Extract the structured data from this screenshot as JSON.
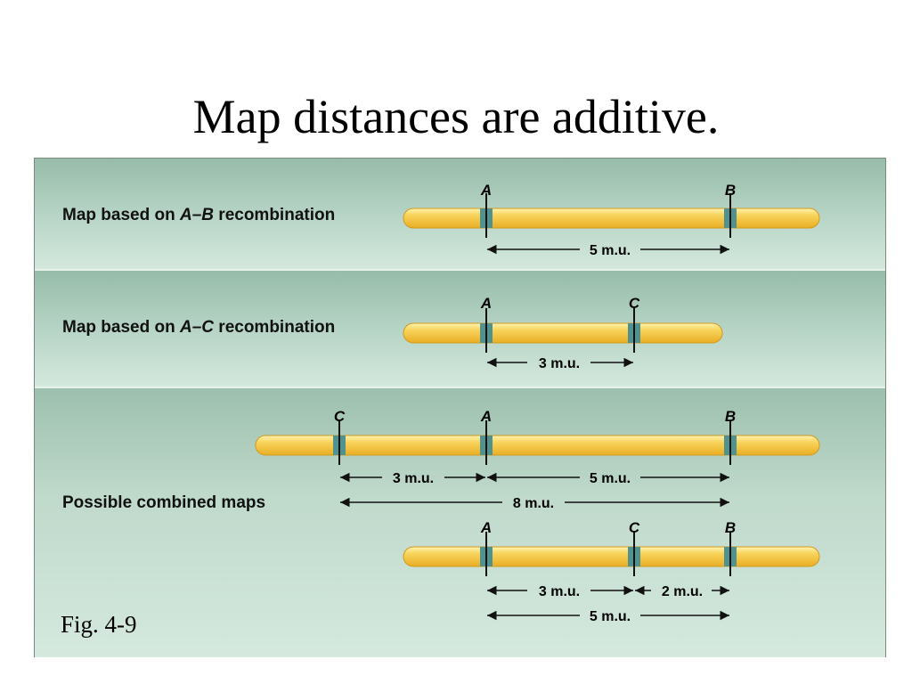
{
  "slide": {
    "title": "Map distances are additive.",
    "caption": "Fig. 4-9"
  },
  "rows": [
    {
      "label_prefix": "Map based on ",
      "label_gene1": "A",
      "label_dash": "–",
      "label_gene2": "B",
      "label_suffix": " recombination"
    },
    {
      "label_prefix": "Map based on ",
      "label_gene1": "A",
      "label_dash": "–",
      "label_gene2": "C",
      "label_suffix": " recombination"
    },
    {
      "label": "Possible combined maps"
    }
  ],
  "colors": {
    "chromosome_fill": "#f5c540",
    "chromosome_highlight": "#fff2b0",
    "locus_band": "#4f9290",
    "text": "#111111"
  },
  "diagram": {
    "chromosomes": [
      {
        "loci": [
          {
            "gene": "A"
          },
          {
            "gene": "B"
          }
        ],
        "distances": [
          {
            "label": "5 m.u."
          }
        ]
      },
      {
        "loci": [
          {
            "gene": "A"
          },
          {
            "gene": "C"
          }
        ],
        "distances": [
          {
            "label": "3 m.u."
          }
        ]
      },
      {
        "loci": [
          {
            "gene": "C"
          },
          {
            "gene": "A"
          },
          {
            "gene": "B"
          }
        ],
        "distances": [
          {
            "label": "3 m.u."
          },
          {
            "label": "5 m.u."
          },
          {
            "label": "8 m.u."
          }
        ]
      },
      {
        "loci": [
          {
            "gene": "A"
          },
          {
            "gene": "C"
          },
          {
            "gene": "B"
          }
        ],
        "distances": [
          {
            "label": "3 m.u."
          },
          {
            "label": "2 m.u."
          },
          {
            "label": "5 m.u."
          }
        ]
      }
    ]
  }
}
